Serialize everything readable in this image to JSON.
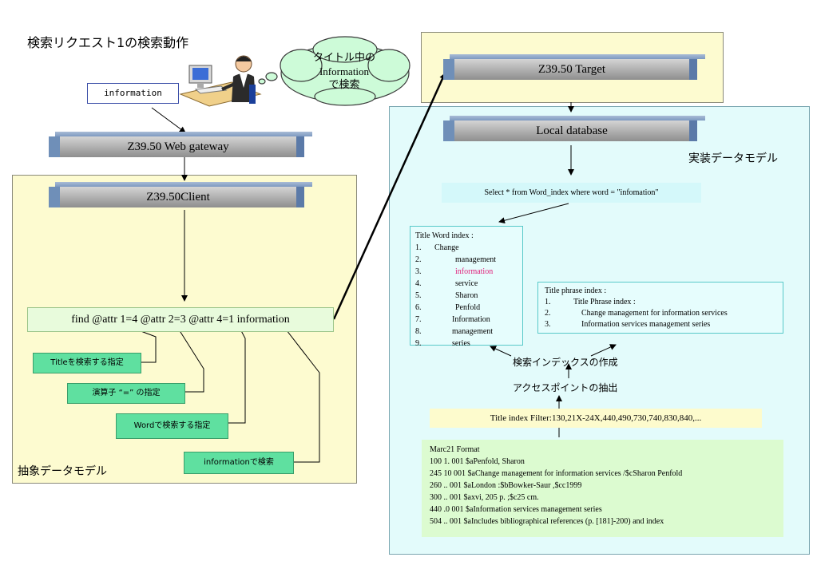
{
  "title": "検索リクエスト1の検索動作",
  "user_query": "information",
  "cloud_text": [
    "タイトル中の",
    "Information",
    "で検索"
  ],
  "gateway_label": "Z39.50 Web gateway",
  "client_label": "Z39.50Client",
  "query_command": "find @attr 1=4 @attr 2=3 @attr 4=1 information",
  "annotations": {
    "title_attr": "Titleを検索する指定",
    "operator_attr": "演算子 “=” の指定",
    "word_attr": "Wordで検索する指定",
    "term": "informationで検索"
  },
  "abstract_model_label": "抽象データモデル",
  "target_label": "Z39.50 Target",
  "local_db_label": "Local database",
  "impl_model_label": "実装データモデル",
  "sql": "Select * from Word_index where word = \"infomation\"",
  "word_index": {
    "header": "Title  Word index :",
    "items": [
      {
        "num": "1.",
        "word": "Change"
      },
      {
        "num": "2.",
        "word": "management"
      },
      {
        "num": "3.",
        "word": "information"
      },
      {
        "num": "4.",
        "word": "service"
      },
      {
        "num": "5.",
        "word": "Sharon"
      },
      {
        "num": "6.",
        "word": "Penfold"
      },
      {
        "num": "7.",
        "word": "Information"
      },
      {
        "num": "8.",
        "word": "management"
      },
      {
        "num": "9.",
        "word": "series"
      }
    ],
    "highlight_color": "#e0207a"
  },
  "phrase_index": {
    "header": "Title  phrase index :",
    "items": [
      {
        "num": "1.",
        "text": "Title Phrase index :"
      },
      {
        "num": "2.",
        "text": "Change management for information services"
      },
      {
        "num": "3.",
        "text": "Information services management series"
      }
    ]
  },
  "index_creation_label": "検索インデックスの作成",
  "access_point_label": "アクセスポイントの抽出",
  "filter_text": "Title index Filter:130,21X-24X,440,490,730,740,830,840,...",
  "marc": {
    "header": "Marc21 Format",
    "lines": [
      "100  1. 001 $aPenfold, Sharon",
      "245  10 001 $aChange management for information services /$cSharon Penfold",
      "260  .. 001 $aLondon :$bBowker-Saur ,$cc1999",
      "300  .. 001 $axvi, 205 p. ;$c25 cm.",
      "440  .0 001 $aInformation services management series",
      "504  .. 001 $aIncludes bibliographical references (p. [181]-200) and index"
    ]
  }
}
